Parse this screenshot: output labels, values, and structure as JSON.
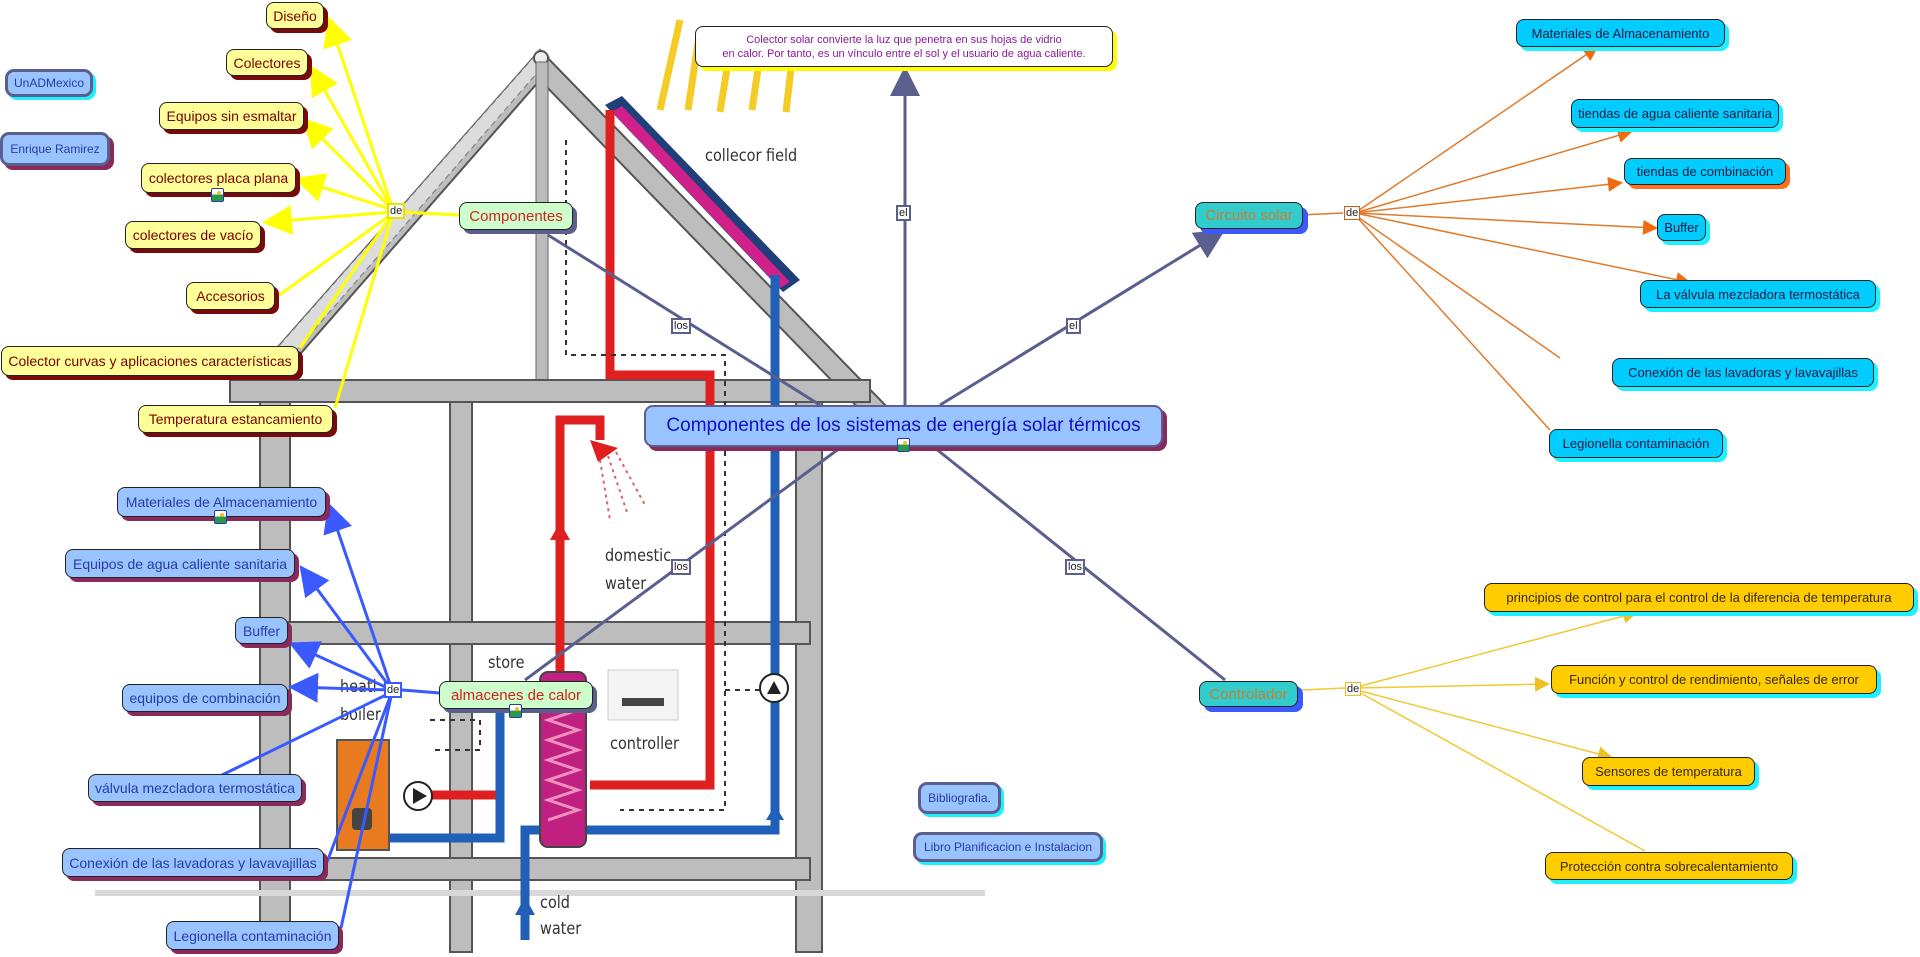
{
  "title": "Componentes de los sistemas de energía solar térmicos",
  "colors": {
    "yellow_link": "#ffff00",
    "blue_link": "#3a5aff",
    "purple_link": "#5a5f8e",
    "orange_link": "#e0701a",
    "gold_link": "#f0c830"
  },
  "credits": {
    "institution": "UnADMexico",
    "author": "Enrique Ramirez"
  },
  "central_node": {
    "label": "Componentes de los sistemas de energía solar térmicos",
    "has_image_icon": true
  },
  "note": {
    "line1": "Colector solar convierte la luz que penetra en sus hojas de vidrio",
    "line2": "en calor. Por tanto, es un vínculo entre el sol y el usuario de agua caliente."
  },
  "link_labels": {
    "central_to_note": "el",
    "central_to_componentes": "los",
    "central_to_almacenes": "los",
    "central_to_circuito": "el",
    "central_to_controlador": "los",
    "componentes_de": "de",
    "almacenes_de": "de",
    "circuito_de": "de",
    "controlador_de": "de"
  },
  "componentes": {
    "label": "Componentes",
    "children": [
      "Diseño",
      "Colectores",
      "Equipos sin esmaltar",
      "colectores placa plana",
      "colectores de vacío",
      "Accesorios",
      "Colector curvas y aplicaciones características",
      "Temperatura  estancamiento"
    ]
  },
  "almacenes": {
    "label": "almacenes de calor",
    "children": [
      "Materiales de Almacenamiento",
      "Equipos de agua caliente sanitaria",
      "Buffer",
      "equipos de combinación",
      "válvula mezcladora termostática",
      "Conexión de las lavadoras y lavavajillas",
      "Legionella contaminación"
    ]
  },
  "circuito": {
    "label": "Circuito solar",
    "children": [
      "Materiales de Almacenamiento",
      "tiendas de agua caliente sanitaria",
      "tiendas de combinación",
      "Buffer",
      "La válvula mezcladora termostática",
      "Conexión de las lavadoras y lavavajillas",
      "Legionella contaminación"
    ]
  },
  "controlador": {
    "label": "Controlador",
    "children": [
      "principios de control para el control de la diferencia de temperatura",
      "Función y control de rendimiento, señales de error",
      "Sensores de temperatura",
      "Protección contra sobrecalentamiento"
    ]
  },
  "references": {
    "heading": "Bibliografia.",
    "book": "Libro Planificacion e Instalacion"
  },
  "background_labels": {
    "collector_field": "collecor field",
    "domestic_water_1": "domestic",
    "domestic_water_2": "water",
    "store": "store",
    "heating_1": "heati",
    "heating_2": "boiler",
    "controller": "controller",
    "cold_water_1": "cold",
    "cold_water_2": "water"
  }
}
